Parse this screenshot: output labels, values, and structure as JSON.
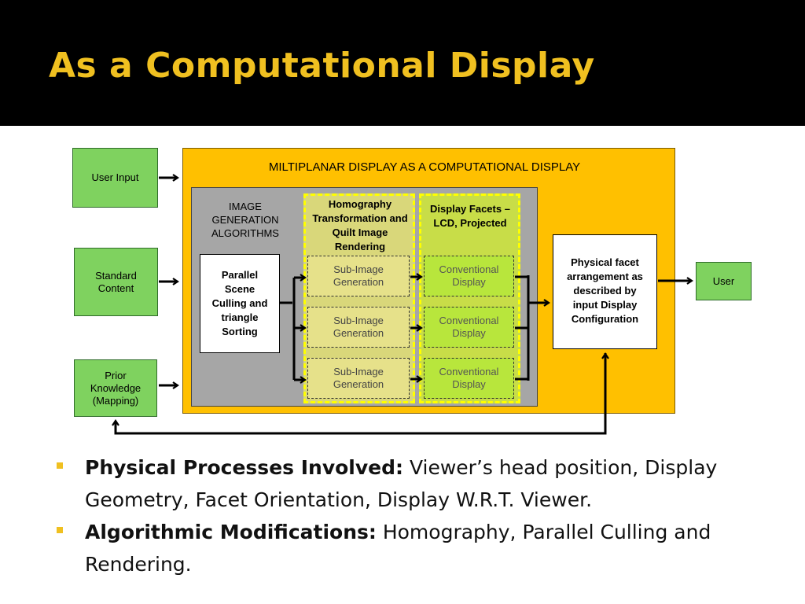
{
  "title": "As a Computational Display",
  "diagram": {
    "inputs": [
      "User Input",
      "Standard Content",
      "Prior Knowledge (Mapping)"
    ],
    "panel_title": "MILTIPLANAR DISPLAY AS A COMPUTATIONAL DISPLAY",
    "gray_title": "IMAGE GENERATION ALGORITHMS",
    "culling_box": "Parallel Scene Culling and triangle Sorting",
    "homography_title": "Homography Transformation and Quilt Image Rendering",
    "facets_title": "Display Facets – LCD, Projected",
    "sub_image": [
      "Sub-Image Generation",
      "Sub-Image Generation",
      "Sub-Image Generation"
    ],
    "conventional": [
      "Conventional Display",
      "Conventional Display",
      "Conventional Display"
    ],
    "physical_box": "Physical facet arrangement as described by input Display Configuration",
    "output": "User"
  },
  "bullets": [
    {
      "bold": "Physical Processes Involved:",
      "text": " Viewer’s head position, Display Geometry,  Facet Orientation, Display W.R.T. Viewer."
    },
    {
      "bold": "Algorithmic Modifications:",
      "text": " Homography, Parallel Culling and Rendering."
    }
  ],
  "colors": {
    "title": "#f0c020",
    "panel": "#ffc000",
    "green_box": "#7fd25f",
    "gray": "#a6a6a6",
    "dash": "#ffff00"
  }
}
